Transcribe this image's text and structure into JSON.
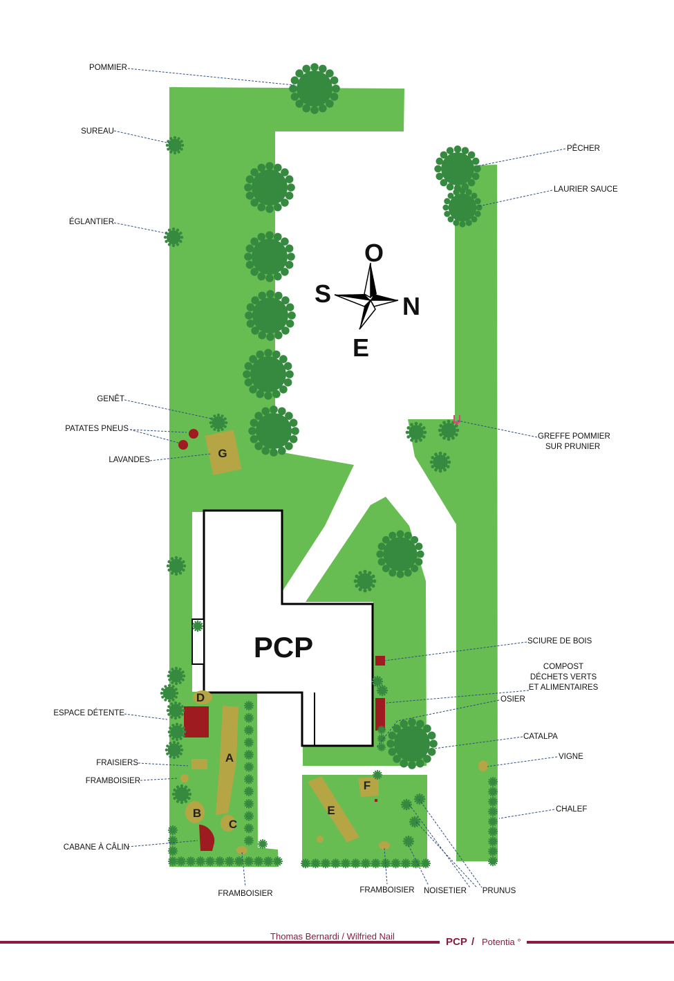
{
  "map": {
    "house_label": "PCP",
    "compass": {
      "north": "N",
      "south": "S",
      "east": "E",
      "west": "O"
    },
    "zones": {
      "A": "A",
      "B": "B",
      "C": "C",
      "D": "D",
      "E": "E",
      "F": "F",
      "G": "G"
    },
    "labels": {
      "pommier": "POMMIER",
      "sureau": "SUREAU",
      "eglantier": "ÉGLANTIER",
      "genet": "GENÊT",
      "patates_pneus": "PATATES PNEUS",
      "lavandes": "LAVANDES",
      "espace_detente": "ESPACE DÉTENTE",
      "fraisiers": "FRAISIERS",
      "framboisier_left": "FRAMBOISIER",
      "cabane": "CABANE À CÂLIN",
      "framboisier_bottom_left": "FRAMBOISIER",
      "framboisier_bottom_mid": "FRAMBOISIER",
      "noisetier": "NOISETIER",
      "prunus": "PRUNUS",
      "pecher": "PÊCHER",
      "laurier": "LAURIER SAUCE",
      "greffe_line1": "GREFFE POMMIER",
      "greffe_line2": "SUR PRUNIER",
      "sciure": "SCIURE DE BOIS",
      "compost_line1": "COMPOST",
      "compost_line2": "DÉCHETS VERTS",
      "compost_line3": "ET ALIMENTAIRES",
      "osier": "OSIER",
      "catalpa": "CATALPA",
      "vigne": "VIGNE",
      "chalef": "CHALEF"
    },
    "colors": {
      "grass": "#67bd52",
      "tree": "#368a3f",
      "bed": "#b5a545",
      "structure": "#9e1c1f",
      "leader": "#2e4e7e",
      "accent": "#8a1a3e",
      "graft": "#e0417f"
    }
  },
  "footer": {
    "authors": "Thomas Bernardi / Wilfried Nail",
    "brand": "PCP",
    "separator": "/",
    "partner": "Potentia °"
  }
}
